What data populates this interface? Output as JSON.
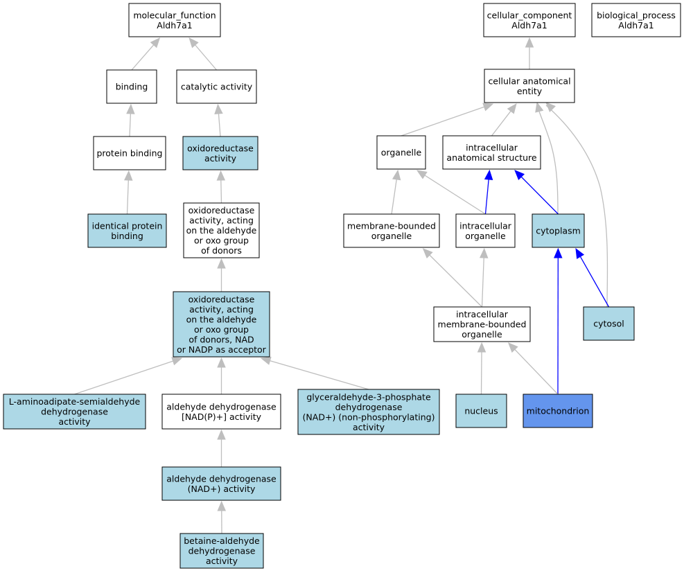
{
  "colors": {
    "white": "#ffffff",
    "light": "#add8e6",
    "focus": "#6495ed",
    "edge_gray": "#bebebe",
    "edge_blue": "#0000ff",
    "border": "#000000"
  },
  "nodes": [
    {
      "id": "molecular_function",
      "lines": [
        "molecular_function",
        "Aldh7a1"
      ],
      "fill": "white"
    },
    {
      "id": "binding",
      "lines": [
        "binding"
      ],
      "fill": "white"
    },
    {
      "id": "catalytic_activity",
      "lines": [
        "catalytic activity"
      ],
      "fill": "white"
    },
    {
      "id": "protein_binding",
      "lines": [
        "protein binding"
      ],
      "fill": "white"
    },
    {
      "id": "oxidoreductase_activity",
      "lines": [
        "oxidoreductase",
        "activity"
      ],
      "fill": "light"
    },
    {
      "id": "identical_protein_binding",
      "lines": [
        "identical protein",
        "binding"
      ],
      "fill": "light"
    },
    {
      "id": "oxidoreductase_aldehyde",
      "lines": [
        "oxidoreductase",
        "activity, acting",
        "on the aldehyde",
        "or oxo group",
        "of donors"
      ],
      "fill": "white"
    },
    {
      "id": "oxidoreductase_aldehyde_nad",
      "lines": [
        "oxidoreductase",
        "activity, acting",
        "on the aldehyde",
        "or oxo group",
        "of donors, NAD",
        "or NADP as acceptor"
      ],
      "fill": "light"
    },
    {
      "id": "l_aminoadipate",
      "lines": [
        "L-aminoadipate-semialdehyde",
        "dehydrogenase",
        "activity"
      ],
      "fill": "light"
    },
    {
      "id": "aldehyde_dh_nadp",
      "lines": [
        "aldehyde dehydrogenase",
        "[NAD(P)+] activity"
      ],
      "fill": "white"
    },
    {
      "id": "gapdh",
      "lines": [
        "glyceraldehyde-3-phosphate",
        "dehydrogenase",
        "(NAD+) (non-phosphorylating)",
        "activity"
      ],
      "fill": "light"
    },
    {
      "id": "aldehyde_dh_nad",
      "lines": [
        "aldehyde dehydrogenase",
        "(NAD+) activity"
      ],
      "fill": "light"
    },
    {
      "id": "betaine_aldehyde",
      "lines": [
        "betaine-aldehyde",
        "dehydrogenase",
        "activity"
      ],
      "fill": "light"
    },
    {
      "id": "cellular_component",
      "lines": [
        "cellular_component",
        "Aldh7a1"
      ],
      "fill": "white"
    },
    {
      "id": "biological_process",
      "lines": [
        "biological_process",
        "Aldh7a1"
      ],
      "fill": "white"
    },
    {
      "id": "cellular_anatomical_entity",
      "lines": [
        "cellular anatomical",
        "entity"
      ],
      "fill": "white"
    },
    {
      "id": "organelle",
      "lines": [
        "organelle"
      ],
      "fill": "white"
    },
    {
      "id": "intracellular_anatomical_structure",
      "lines": [
        "intracellular",
        "anatomical structure"
      ],
      "fill": "white"
    },
    {
      "id": "membrane_bounded_organelle",
      "lines": [
        "membrane-bounded",
        "organelle"
      ],
      "fill": "white"
    },
    {
      "id": "intracellular_organelle",
      "lines": [
        "intracellular",
        "organelle"
      ],
      "fill": "white"
    },
    {
      "id": "cytoplasm",
      "lines": [
        "cytoplasm"
      ],
      "fill": "light"
    },
    {
      "id": "intracellular_mb_organelle",
      "lines": [
        "intracellular",
        "membrane-bounded",
        "organelle"
      ],
      "fill": "white"
    },
    {
      "id": "cytosol",
      "lines": [
        "cytosol"
      ],
      "fill": "light"
    },
    {
      "id": "nucleus",
      "lines": [
        "nucleus"
      ],
      "fill": "light"
    },
    {
      "id": "mitochondrion",
      "lines": [
        "mitochondrion"
      ],
      "fill": "focus"
    }
  ],
  "edges": [
    {
      "from": "binding",
      "to": "molecular_function",
      "color": "edge_gray"
    },
    {
      "from": "catalytic_activity",
      "to": "molecular_function",
      "color": "edge_gray"
    },
    {
      "from": "protein_binding",
      "to": "binding",
      "color": "edge_gray"
    },
    {
      "from": "oxidoreductase_activity",
      "to": "catalytic_activity",
      "color": "edge_gray"
    },
    {
      "from": "identical_protein_binding",
      "to": "protein_binding",
      "color": "edge_gray"
    },
    {
      "from": "oxidoreductase_aldehyde",
      "to": "oxidoreductase_activity",
      "color": "edge_gray"
    },
    {
      "from": "oxidoreductase_aldehyde_nad",
      "to": "oxidoreductase_aldehyde",
      "color": "edge_gray"
    },
    {
      "from": "l_aminoadipate",
      "to": "oxidoreductase_aldehyde_nad",
      "color": "edge_gray"
    },
    {
      "from": "aldehyde_dh_nadp",
      "to": "oxidoreductase_aldehyde_nad",
      "color": "edge_gray"
    },
    {
      "from": "gapdh",
      "to": "oxidoreductase_aldehyde_nad",
      "color": "edge_gray"
    },
    {
      "from": "aldehyde_dh_nad",
      "to": "aldehyde_dh_nadp",
      "color": "edge_gray"
    },
    {
      "from": "betaine_aldehyde",
      "to": "aldehyde_dh_nad",
      "color": "edge_gray"
    },
    {
      "from": "cellular_anatomical_entity",
      "to": "cellular_component",
      "color": "edge_gray"
    },
    {
      "from": "organelle",
      "to": "cellular_anatomical_entity",
      "color": "edge_gray"
    },
    {
      "from": "intracellular_anatomical_structure",
      "to": "cellular_anatomical_entity",
      "color": "edge_gray"
    },
    {
      "from": "cytoplasm",
      "to": "cellular_anatomical_entity",
      "color": "edge_gray"
    },
    {
      "from": "cytosol",
      "to": "cellular_anatomical_entity",
      "color": "edge_gray"
    },
    {
      "from": "membrane_bounded_organelle",
      "to": "organelle",
      "color": "edge_gray"
    },
    {
      "from": "intracellular_organelle",
      "to": "organelle",
      "color": "edge_gray"
    },
    {
      "from": "intracellular_organelle",
      "to": "intracellular_anatomical_structure",
      "color": "edge_blue"
    },
    {
      "from": "cytoplasm",
      "to": "intracellular_anatomical_structure",
      "color": "edge_blue"
    },
    {
      "from": "intracellular_mb_organelle",
      "to": "membrane_bounded_organelle",
      "color": "edge_gray"
    },
    {
      "from": "intracellular_mb_organelle",
      "to": "intracellular_organelle",
      "color": "edge_gray"
    },
    {
      "from": "cytosol",
      "to": "cytoplasm",
      "color": "edge_blue"
    },
    {
      "from": "mitochondrion",
      "to": "cytoplasm",
      "color": "edge_blue"
    },
    {
      "from": "nucleus",
      "to": "intracellular_mb_organelle",
      "color": "edge_gray"
    },
    {
      "from": "mitochondrion",
      "to": "intracellular_mb_organelle",
      "color": "edge_gray"
    }
  ]
}
